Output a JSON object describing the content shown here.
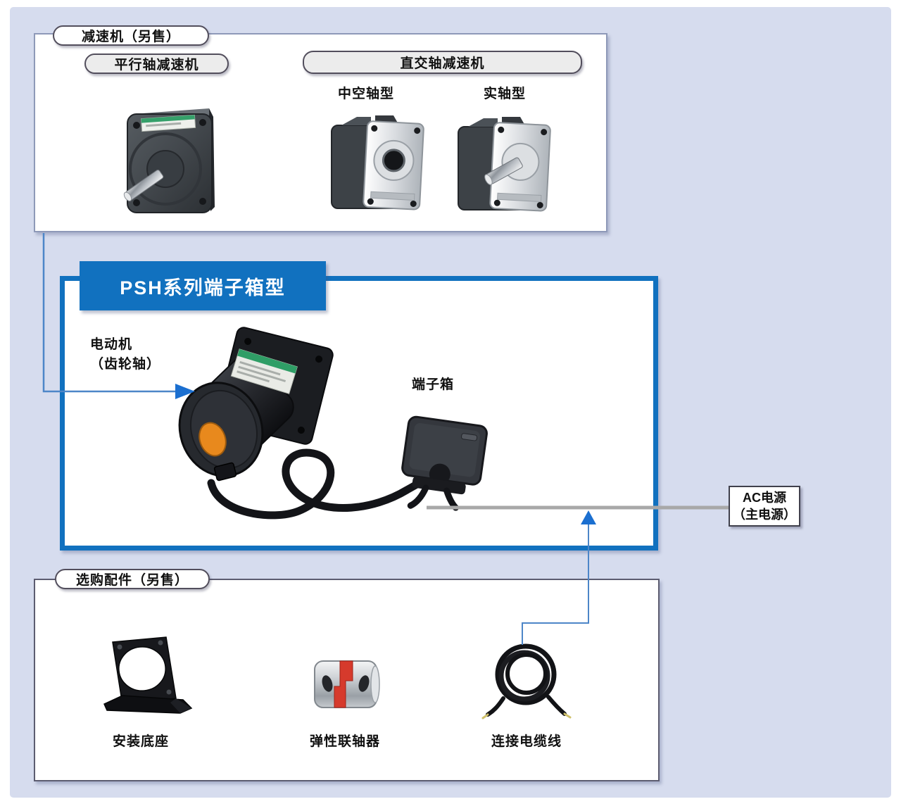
{
  "gearhead_section": {
    "title": "减速机（另售）",
    "parallel_label": "平行轴减速机",
    "right_angle_label": "直交轴减速机",
    "hollow_label": "中空轴型",
    "solid_label": "实轴型"
  },
  "psh_section": {
    "title": "PSH系列端子箱型",
    "motor_label_line1": "电动机",
    "motor_label_line2": "（齿轮轴）",
    "terminal_box_label": "端子箱"
  },
  "power": {
    "line1": "AC电源",
    "line2": "（主电源）"
  },
  "accessories_section": {
    "title": "选购配件（另售）",
    "items": [
      {
        "label": "安装底座"
      },
      {
        "label": "弹性联轴器"
      },
      {
        "label": "连接电缆线"
      }
    ]
  },
  "colors": {
    "panel_background": "#d6dcee",
    "accent_blue": "#1171bf",
    "connector_blue": "#4d86c8",
    "power_line_gray": "#a8a8a8"
  }
}
